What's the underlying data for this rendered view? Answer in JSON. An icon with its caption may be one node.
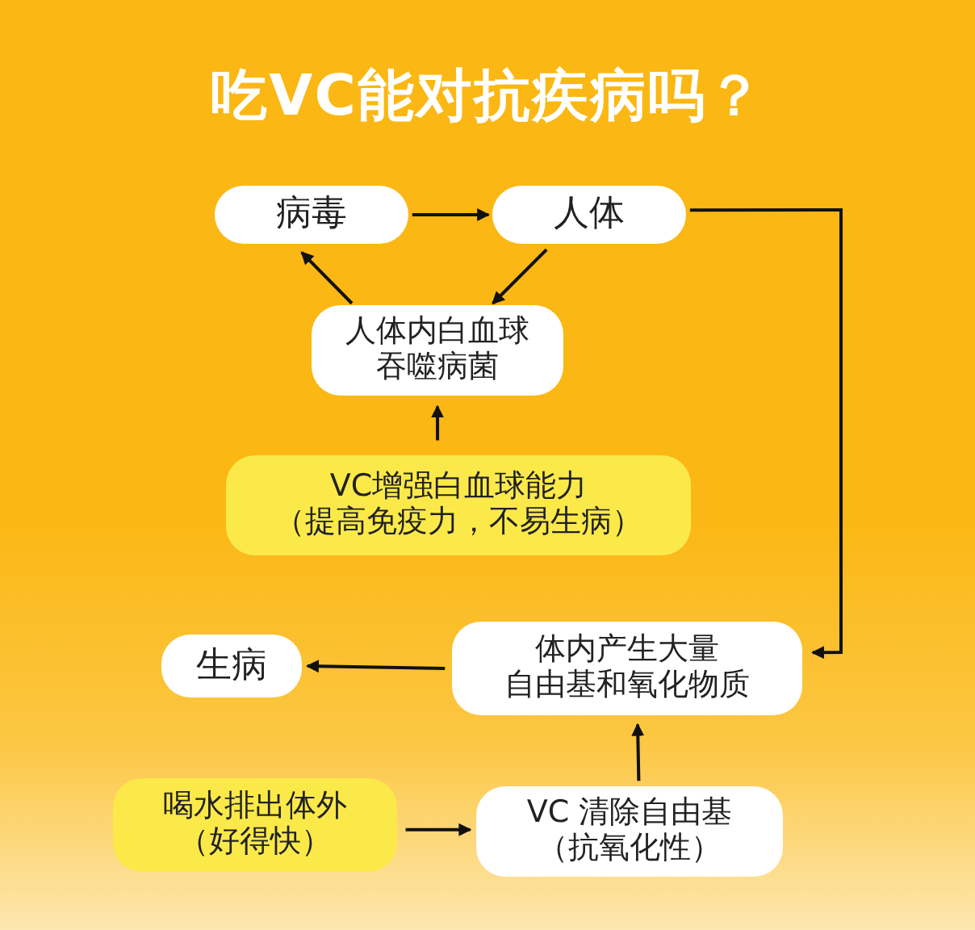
{
  "diagram": {
    "title": "吃VC能对抗疾病吗？",
    "nodes": [
      {
        "text": [
          "病毒"
        ]
      },
      {
        "text": [
          "人体"
        ]
      },
      {
        "text": [
          "人体内白血球吞噬病菌"
        ]
      },
      {
        "text": [
          "VC增强白血球能力（提高免疫力，不易生病）"
        ]
      },
      {
        "text": [
          "体内产生大量自由基和氧化物质"
        ]
      },
      {
        "text": [
          "生病"
        ]
      },
      {
        "text": [
          "喝水排出体外（好得快）"
        ]
      },
      {
        "text": [
          "VC 清除自由基（抗氧化性）"
        ]
      }
    ],
    "edges": [
      {
        "from": 0,
        "to": 1,
        "arrow": "to"
      },
      {
        "from": 1,
        "to": 2,
        "arrow": "to"
      },
      {
        "from": 2,
        "to": 0,
        "arrow": "to"
      },
      {
        "from": 3,
        "to": 2,
        "arrow": "to"
      },
      {
        "from": 1,
        "to": 4,
        "arrow": "to"
      },
      {
        "from": 4,
        "to": 5,
        "arrow": "to"
      },
      {
        "from": 7,
        "to": 4,
        "arrow": "to"
      },
      {
        "from": 6,
        "to": 7,
        "arrow": "to"
      }
    ]
  }
}
